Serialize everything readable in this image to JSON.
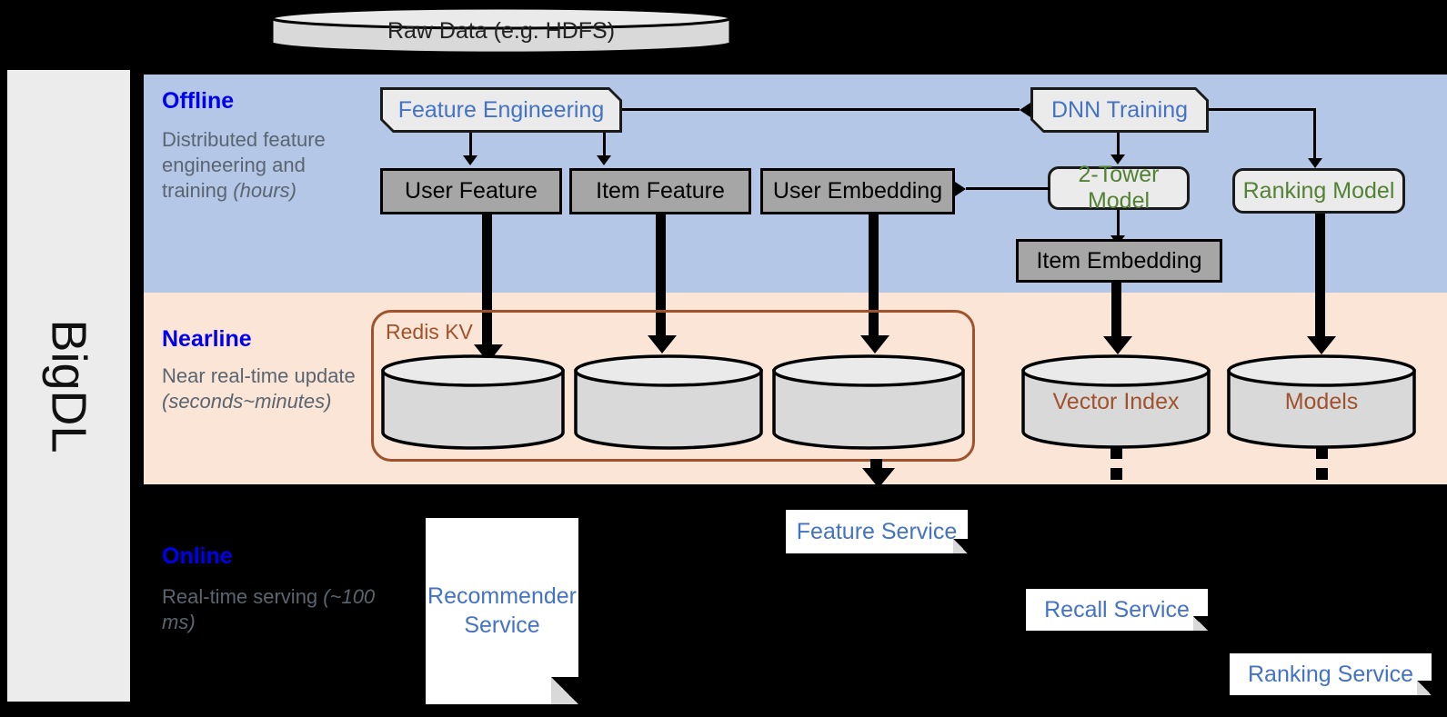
{
  "framework": {
    "name": "BigDL"
  },
  "source": {
    "label": "Raw Data (e.g. HDFS)"
  },
  "bands": {
    "offline": {
      "title": "Offline",
      "subtitle": "Distributed feature engineering and training ",
      "timing": "(hours)"
    },
    "nearline": {
      "title": "Nearline",
      "subtitle": "Near real-time update ",
      "timing": "(seconds~minutes)"
    },
    "online": {
      "title": "Online",
      "subtitle": "Real-time serving ",
      "timing": "(~100 ms)"
    }
  },
  "offline_nodes": {
    "feature_engineering": "Feature Engineering",
    "dnn_training": "DNN Training",
    "user_feature": "User Feature",
    "item_feature": "Item Feature",
    "user_embedding": "User Embedding",
    "two_tower_model": "2-Tower Model",
    "ranking_model": "Ranking Model",
    "item_embedding": "Item Embedding"
  },
  "nearline_nodes": {
    "redis_group": "Redis KV",
    "store_user_feature": "",
    "store_item_feature": "",
    "store_user_embedding": "",
    "vector_index": "Vector Index",
    "models": "Models"
  },
  "online_nodes": {
    "recommender_service": "Recommender Service",
    "feature_service": "Feature Service",
    "recall_service": "Recall Service",
    "ranking_service": "Ranking Service"
  },
  "colors": {
    "offline_band": "#b4c7e7",
    "nearline_band": "#fbe5d6",
    "online_band": "#000000",
    "band_title": "#0000ee",
    "band_subtitle": "#5a6570",
    "process_text": "#4472c4",
    "model_text": "#538135",
    "store_text": "#a0522d",
    "data_box": "#a6a6a6",
    "rail": "#ececec"
  }
}
